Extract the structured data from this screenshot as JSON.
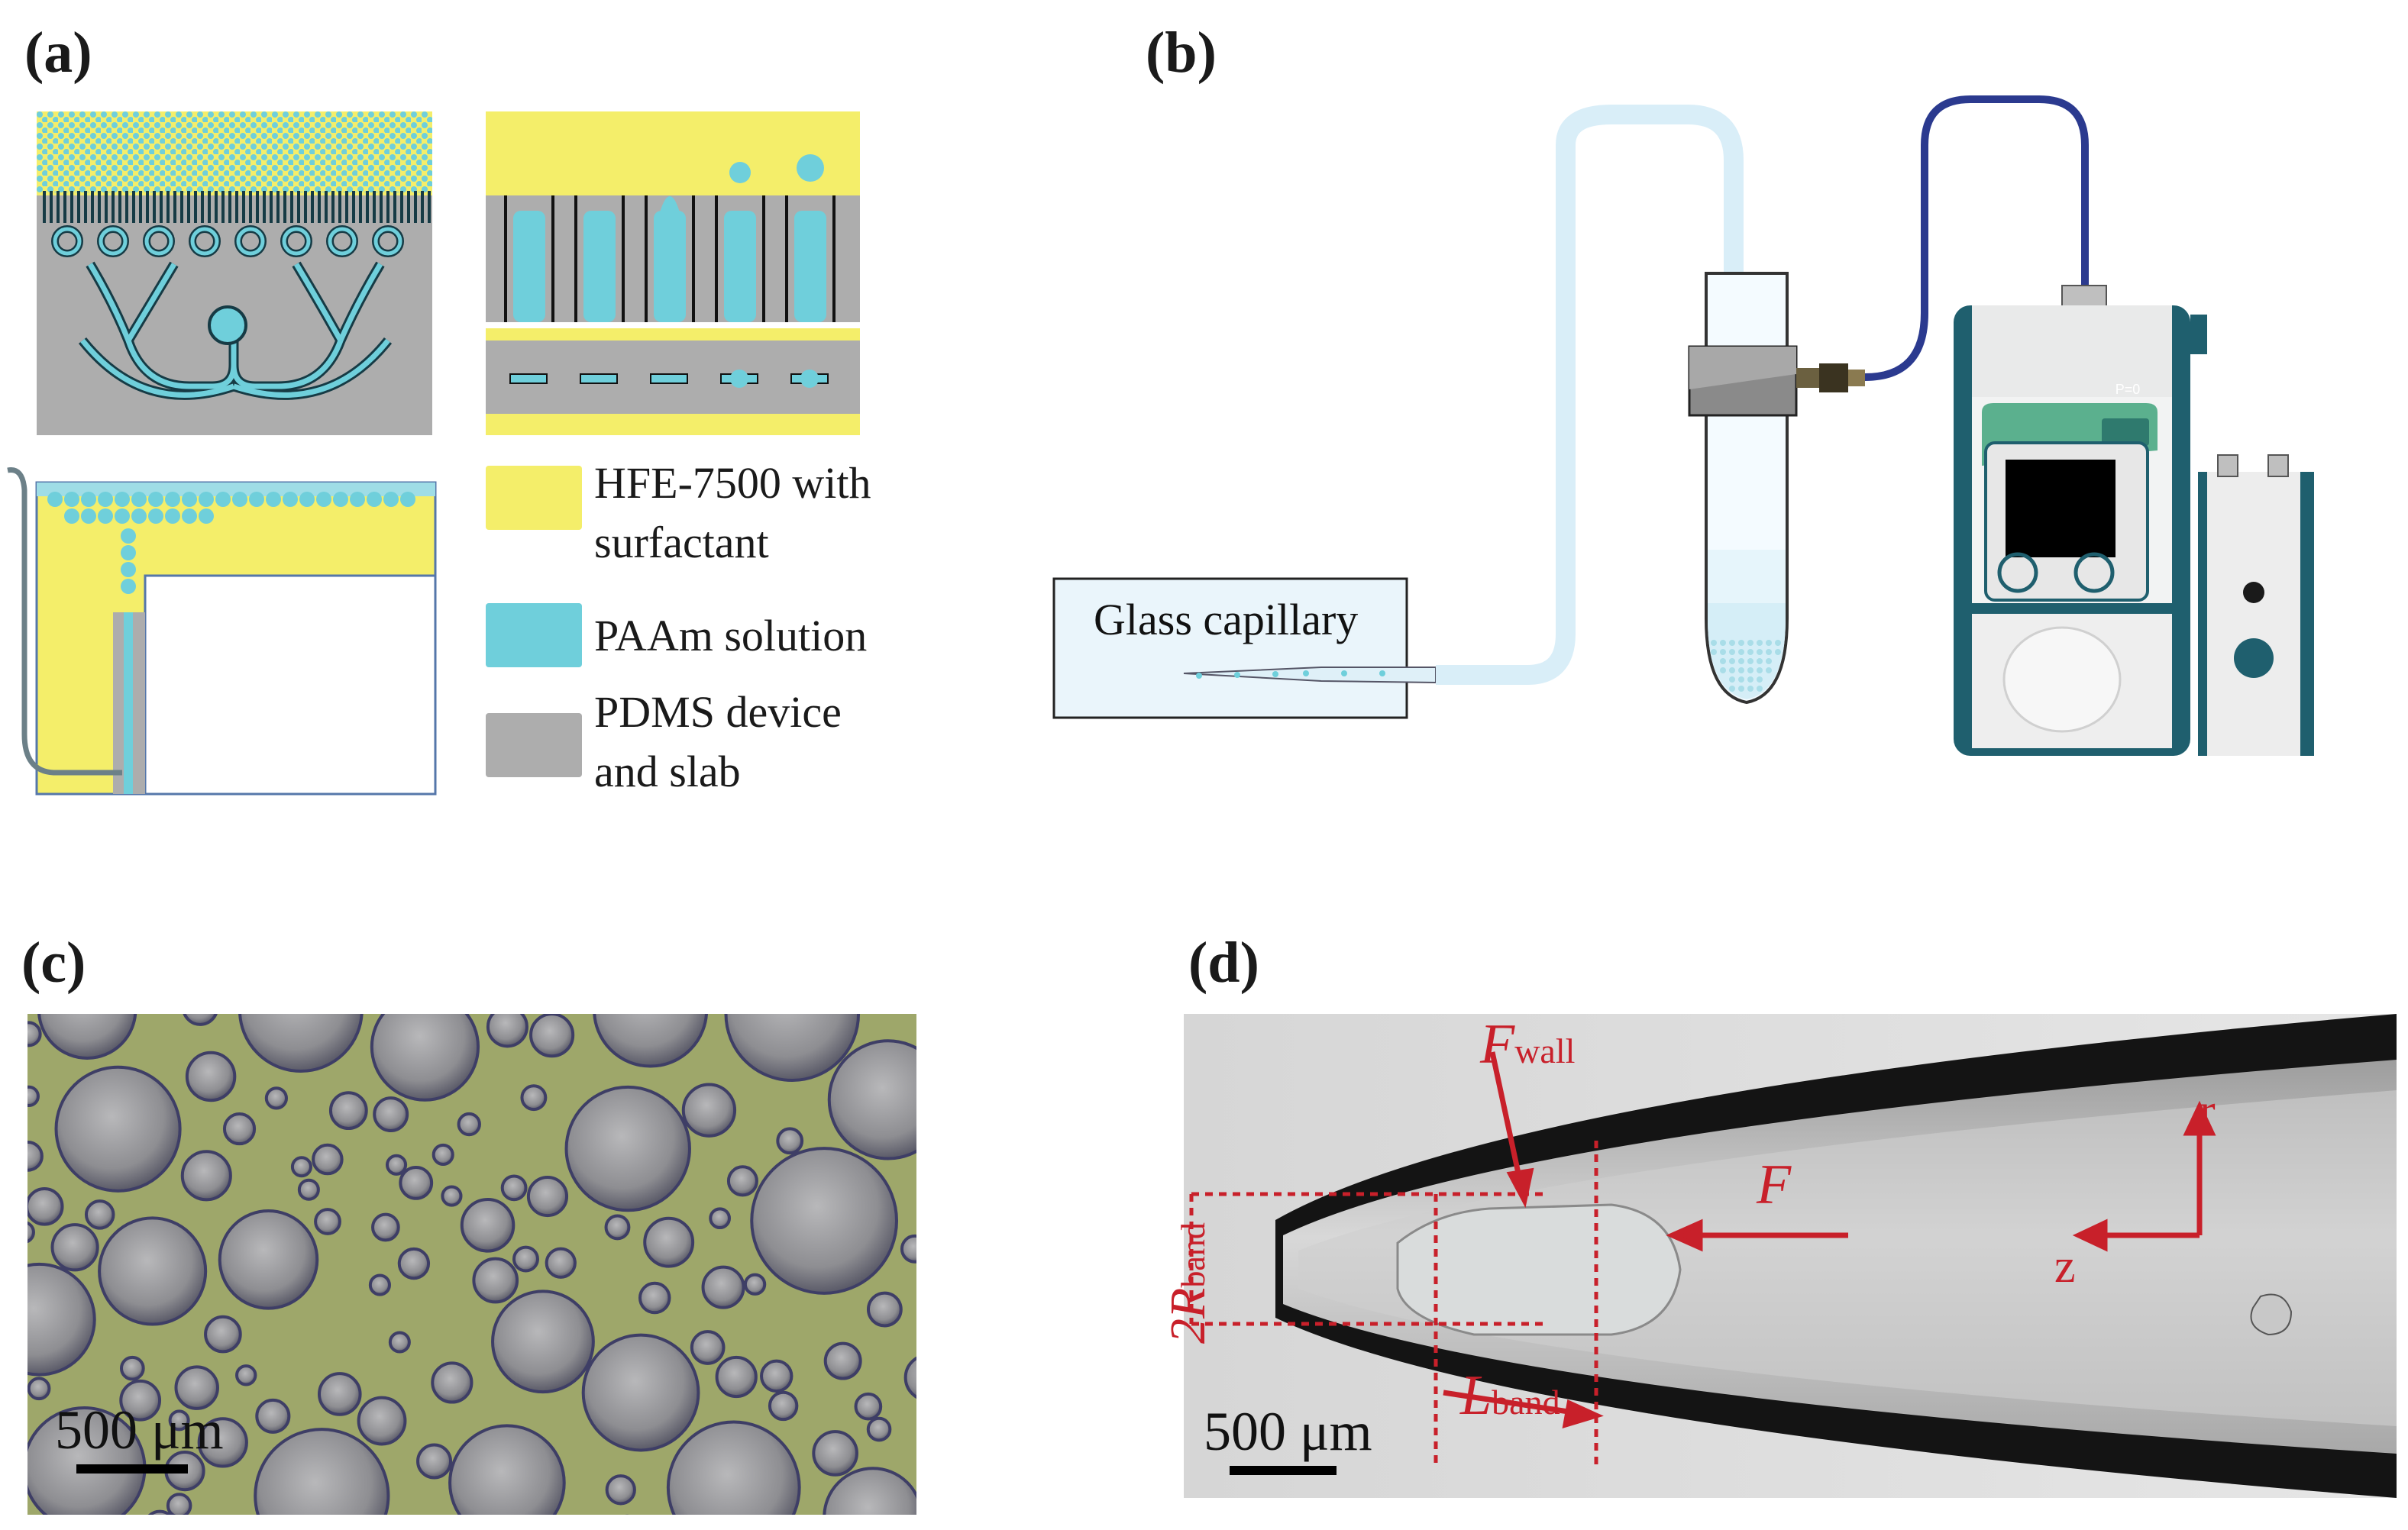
{
  "panels": {
    "a": {
      "label": "(a)"
    },
    "b": {
      "label": "(b)"
    },
    "c": {
      "label": "(c)"
    },
    "d": {
      "label": "(d)"
    }
  },
  "legend": {
    "items": [
      {
        "line1": "HFE-7500 with",
        "line2": "surfactant",
        "color": "#f4ee6a"
      },
      {
        "line1": "PAAm solution",
        "line2": "",
        "color": "#6fcfdb"
      },
      {
        "line1": "PDMS device",
        "line2": "and slab",
        "color": "#adadad"
      }
    ]
  },
  "setup": {
    "capillary_label": "Glass capillary",
    "controller_display": "P=0"
  },
  "micrograph_c": {
    "scale_label": "500 μm"
  },
  "micrograph_d": {
    "scale_label": "500 μm",
    "force_wall": {
      "main": "F",
      "sub": "wall"
    },
    "force": "F",
    "radius_label": {
      "prefix": "2R",
      "sub": "band"
    },
    "length_label": {
      "main": "L",
      "sub": "band"
    },
    "axis_r": "r",
    "axis_z": "z"
  },
  "colors": {
    "oil_yellow": "#f4ee6a",
    "paam_blue": "#6fcfdb",
    "pdms_gray": "#adadad",
    "annotation_red": "#c8202a",
    "controller_teal": "#1f5f6e",
    "tubing_navy": "#2b3a8f"
  }
}
